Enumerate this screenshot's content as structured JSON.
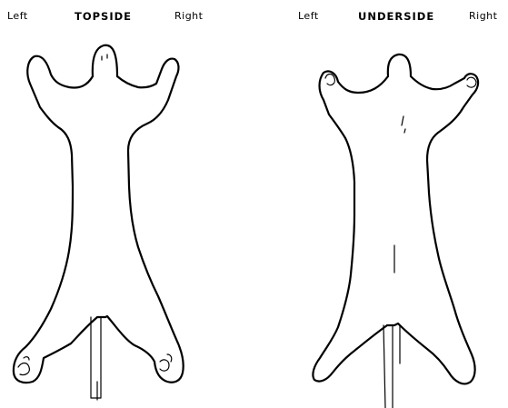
{
  "topside": {
    "left_label": "Left",
    "title": "TOPSIDE",
    "right_label": "Right"
  },
  "underside": {
    "left_label": "Left",
    "title": "UNDERSIDE",
    "right_label": "Right"
  }
}
